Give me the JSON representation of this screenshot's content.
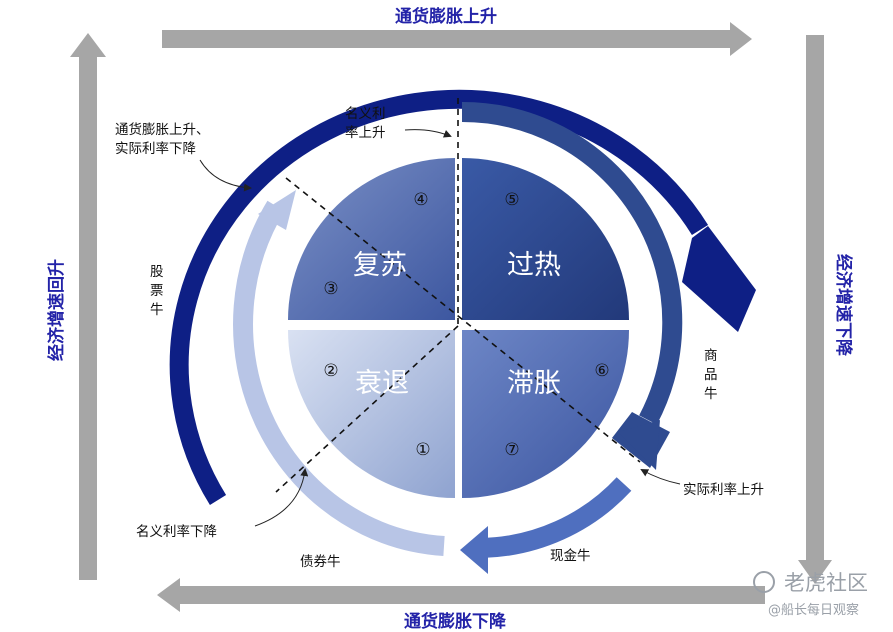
{
  "edges": {
    "top": "通货膨胀上升",
    "bottom": "通货膨胀下降",
    "left": "经济增速回升",
    "right": "经济增速下降"
  },
  "phases": {
    "recovery": "复苏",
    "overheat": "过热",
    "recession": "衰退",
    "stagflation": "滞胀"
  },
  "numbers": [
    "①",
    "②",
    "③",
    "④",
    "⑤",
    "⑥",
    "⑦"
  ],
  "notes": {
    "inflation_up_real_rate_down": [
      "通货膨胀上升、",
      "实际利率下降"
    ],
    "nominal_rate_up": [
      "名义利",
      "率上升"
    ],
    "real_rate_up": "实际利率上升",
    "nominal_rate_down": "名义利率下降"
  },
  "bulls": {
    "stock": [
      "股",
      "票",
      "牛"
    ],
    "commodity": [
      "商",
      "品",
      "牛"
    ],
    "cash": "现金牛",
    "bond": "债券牛"
  },
  "watermark": {
    "brand": "老虎社区",
    "author": "@船长每日观察"
  },
  "colors": {
    "frame_arrow": "#a6a6a6",
    "outer_arc": "#0e1f85",
    "overheat": "#2f4b90",
    "recovery": "#5a72b2",
    "stagflation": "#4d67b3",
    "recession": "#b3c1e0",
    "edge_text": "#2323a8"
  }
}
